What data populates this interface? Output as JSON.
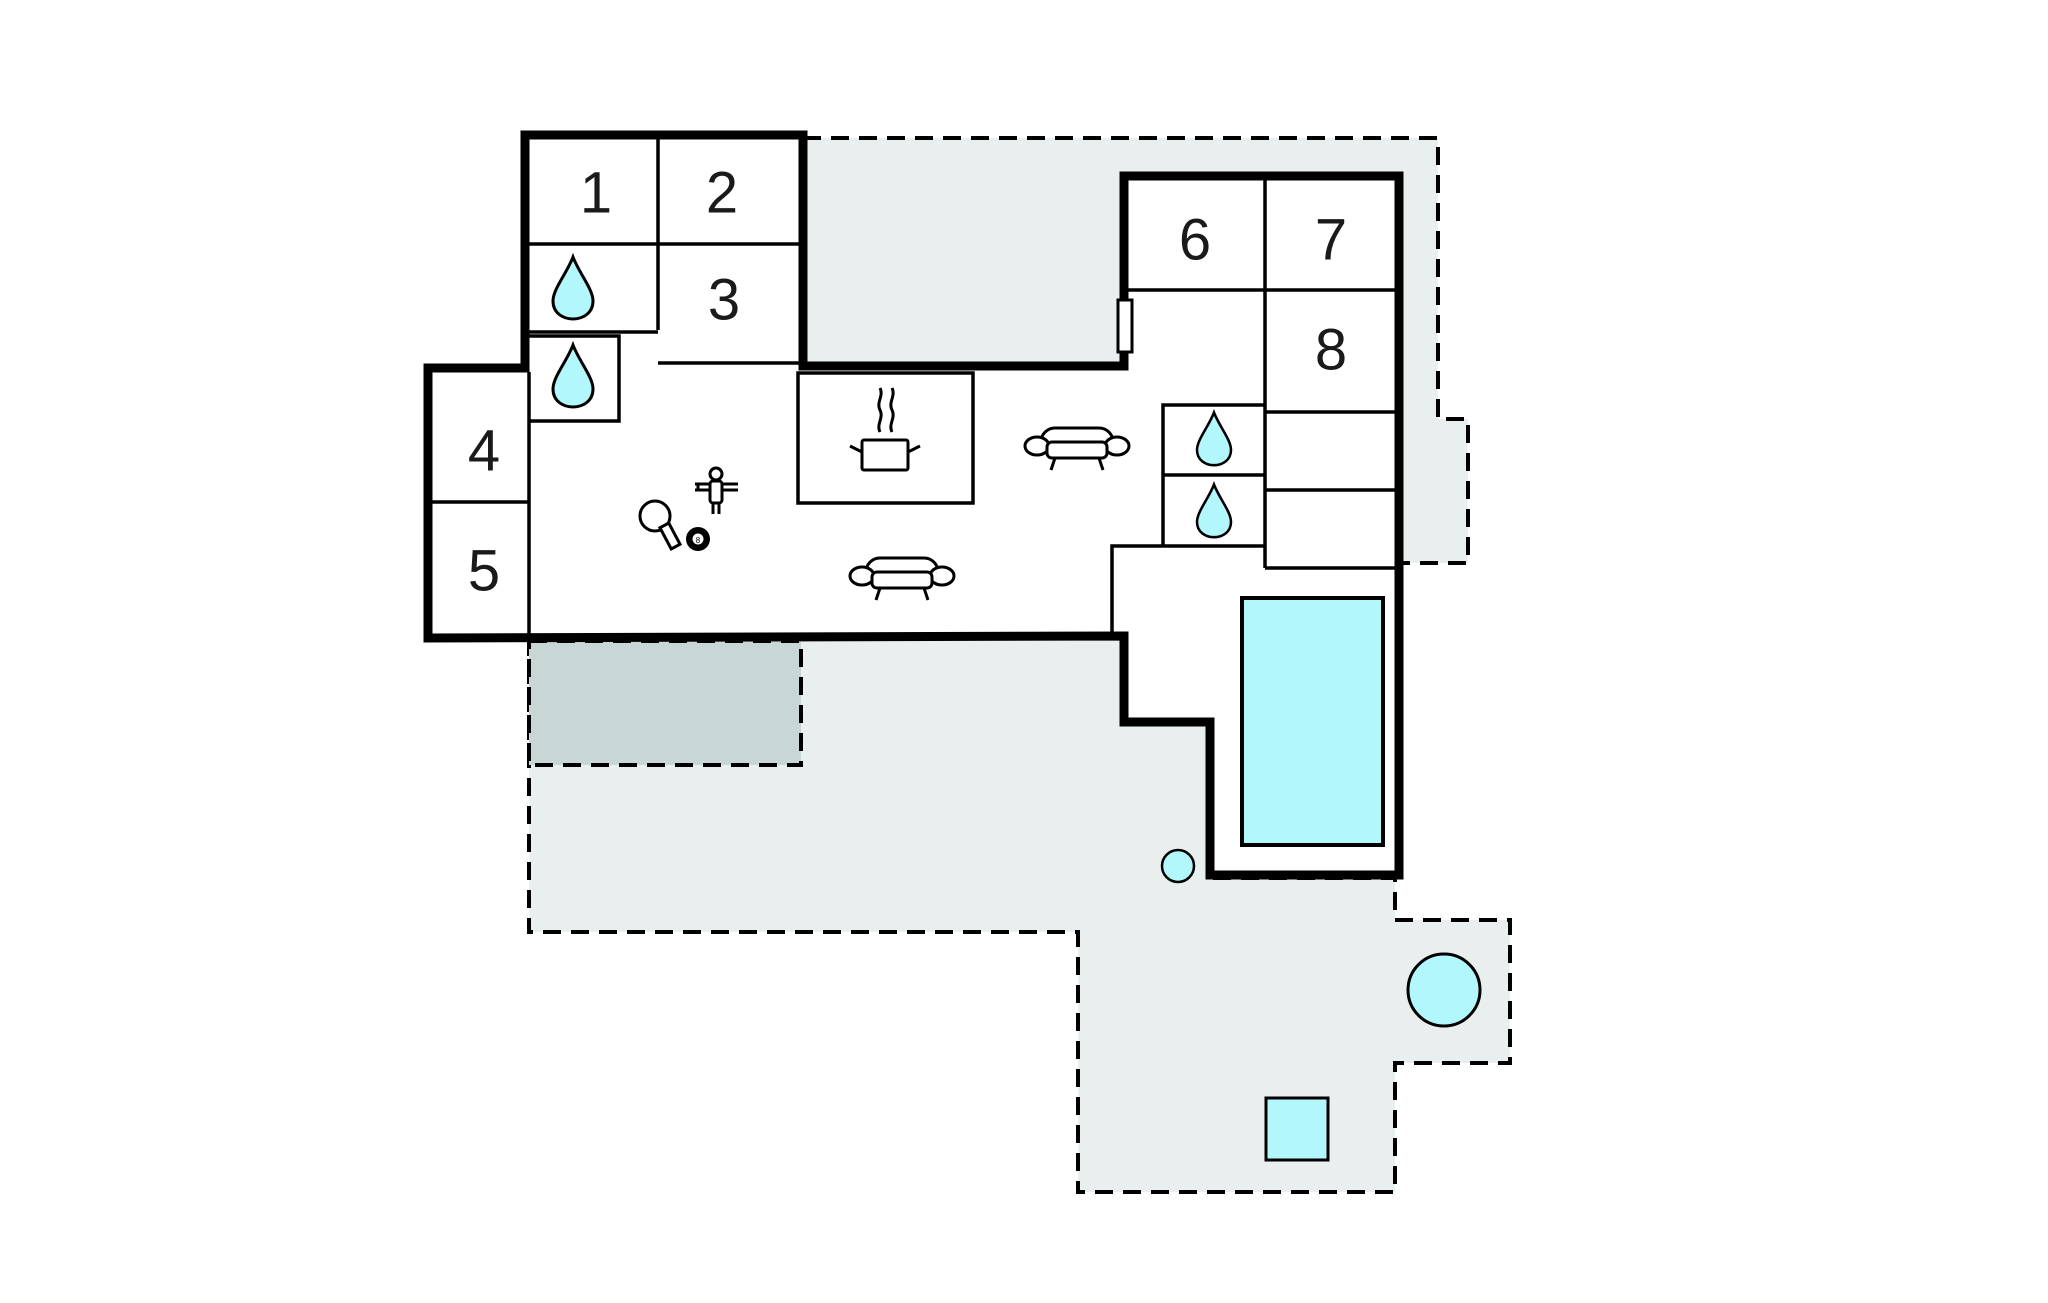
{
  "colors": {
    "outdoor_area": "#e8efee",
    "covered_terrace": "#c9d6d6",
    "water": "#b2f7fb",
    "wall": "#000000"
  },
  "rooms": [
    {
      "id": "1",
      "label": "1"
    },
    {
      "id": "2",
      "label": "2"
    },
    {
      "id": "3",
      "label": "3"
    },
    {
      "id": "4",
      "label": "4"
    },
    {
      "id": "5",
      "label": "5"
    },
    {
      "id": "6",
      "label": "6"
    },
    {
      "id": "7",
      "label": "7"
    },
    {
      "id": "8",
      "label": "8"
    }
  ],
  "icons": {
    "bathroom": "water-drop-icon",
    "kitchen": "cooking-pot-icon",
    "living": "sofa-icon",
    "games": "table-tennis-icon",
    "foosball": "foosball-icon",
    "billiards": "billiard-ball-icon",
    "pool": "swimming-pool",
    "hot_tub": "round-hot-tub",
    "square_pool": "square-plunge-pool",
    "shower": "outdoor-shower"
  },
  "billiard_ball_label": "8"
}
